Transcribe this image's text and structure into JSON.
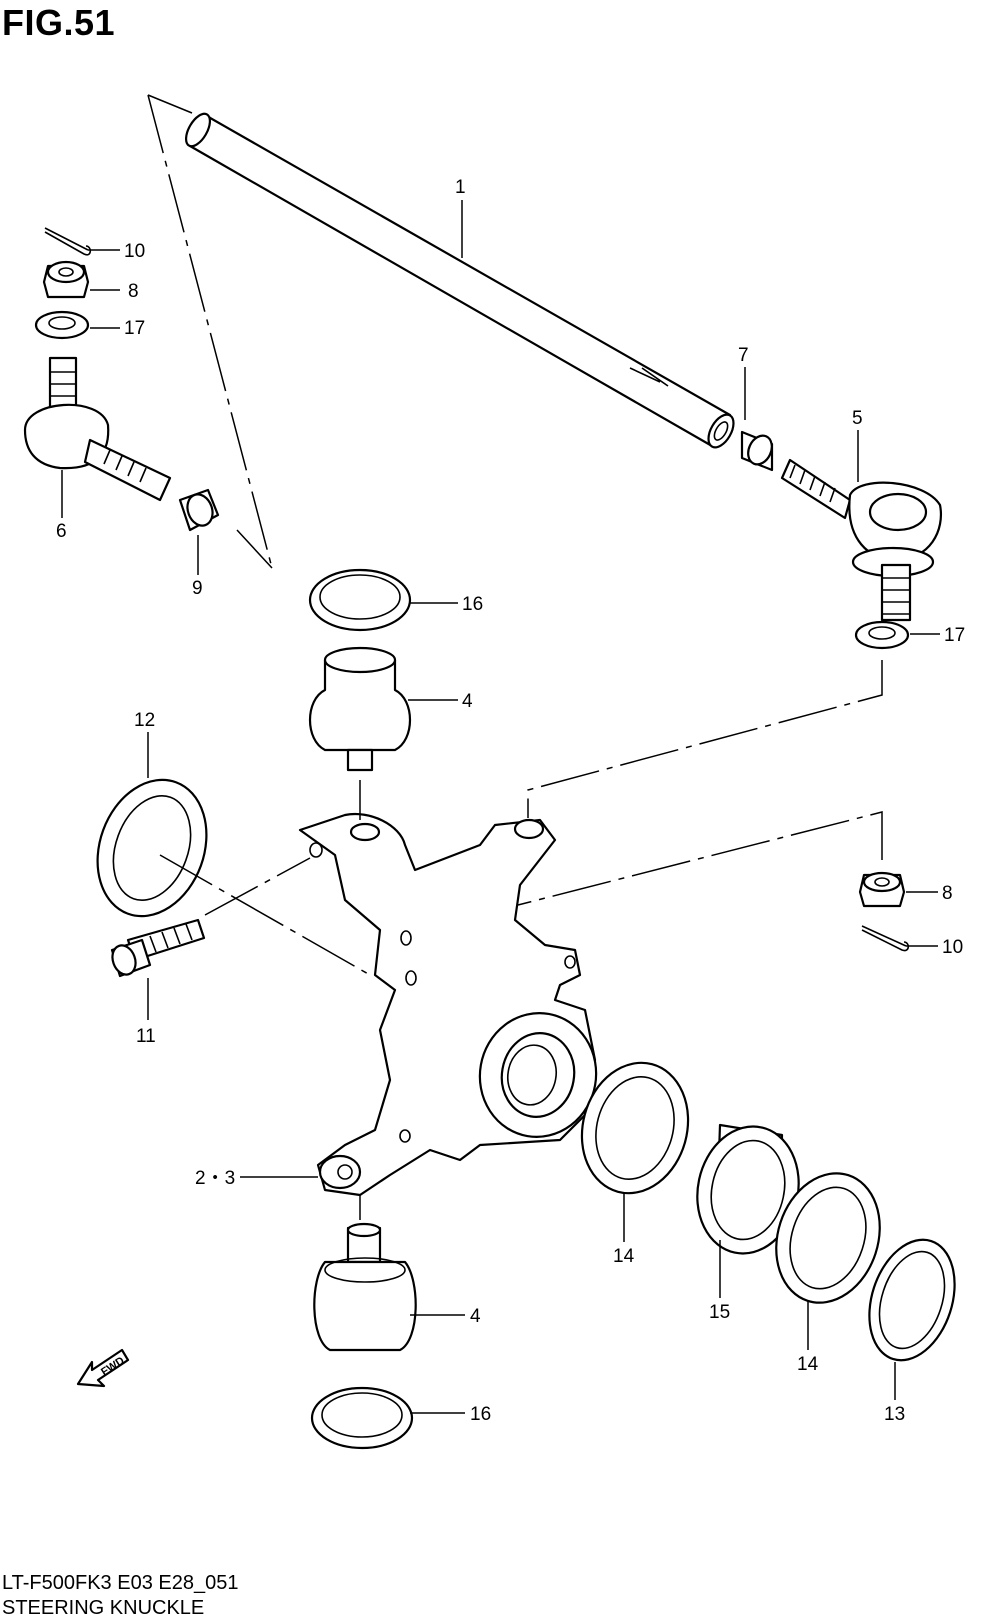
{
  "figure": {
    "title": "FIG.51",
    "model_code": "LT-F500FK3 E03 E28_051",
    "name": "STEERING KNUCKLE"
  },
  "callouts": {
    "c1": "1",
    "c2_3": "2・3",
    "c4_upper": "4",
    "c4_lower": "4",
    "c5": "5",
    "c6": "6",
    "c7": "7",
    "c8_left": "8",
    "c8_right": "8",
    "c9": "9",
    "c10_left": "10",
    "c10_right": "10",
    "c11": "11",
    "c12": "12",
    "c13": "13",
    "c14_a": "14",
    "c14_b": "14",
    "c15": "15",
    "c16_upper": "16",
    "c16_lower": "16",
    "c17_left": "17",
    "c17_right": "17"
  },
  "fwd_arrow": {
    "label": "FWD"
  }
}
